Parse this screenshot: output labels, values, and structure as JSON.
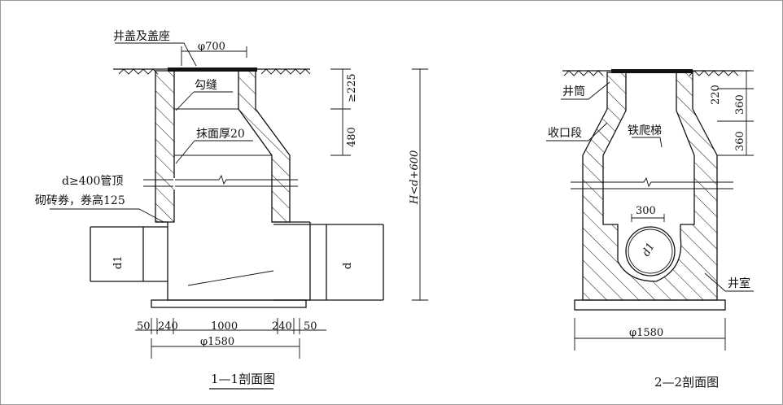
{
  "section_1": {
    "title": "1—1剖面图",
    "labels": {
      "cover": "井盖及盖座",
      "joint": "勾缝",
      "plaster": "抹面厚20",
      "arch_line1": "d≥400管顶",
      "arch_line2": "砌砖券，券高125",
      "pipe_in": "d1",
      "pipe_out": "d"
    },
    "dims": {
      "opening": "φ700",
      "top": "≥225",
      "cone": "480",
      "height": "H<d+600",
      "b1": "50",
      "b2": "240",
      "b3": "1000",
      "b4": "240",
      "b5": "50",
      "base": "φ1580"
    }
  },
  "section_2": {
    "title": "2—2剖面图",
    "labels": {
      "shaft": "井筒",
      "cone": "收口段",
      "ladder": "铁爬梯",
      "chamber": "井室",
      "pipe": "d1"
    },
    "dims": {
      "d220": "220",
      "d360a": "360",
      "d360b": "360",
      "channel": "300",
      "base": "φ1580"
    }
  }
}
